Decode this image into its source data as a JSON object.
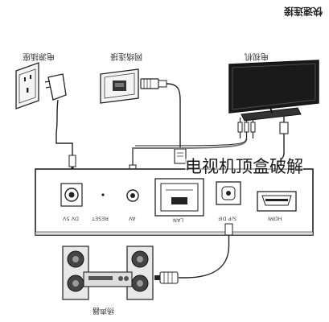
{
  "header": {
    "title": "快速连接"
  },
  "labels": {
    "power_outlet": "电源插座",
    "network": "网络连接",
    "tv": "电视机",
    "speaker": "扬声器"
  },
  "ports": {
    "dc": "DV 5V",
    "reset": "RESET",
    "av": "AV",
    "lan": "LAN",
    "spdif": "S/P DIF",
    "hdmi": "HDMI"
  },
  "overlay_caption": "电视机顶盒破解"
}
